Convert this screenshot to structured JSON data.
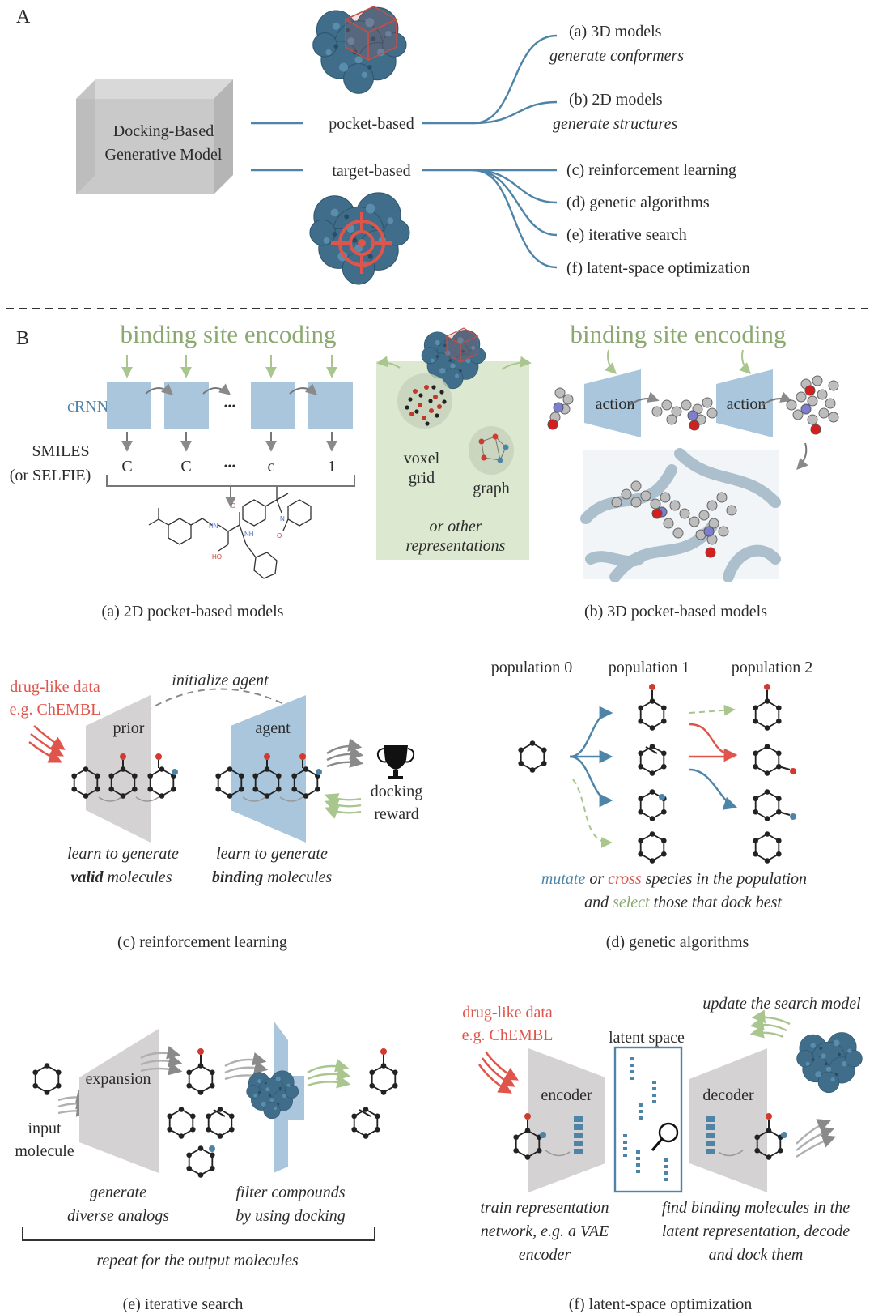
{
  "panel_a": {
    "letter": "A",
    "box_line1": "Docking-Based",
    "box_line2": "Generative Model",
    "pocket_based": "pocket-based",
    "target_based": "target-based",
    "a_title": "(a) 3D models",
    "a_sub": "generate conformers",
    "b_title": "(b) 2D models",
    "b_sub": "generate structures",
    "c": "(c) reinforcement learning",
    "d": "(d) genetic algorithms",
    "e": "(e) iterative search",
    "f": "(f) latent-space optimization"
  },
  "panel_b": {
    "letter": "B",
    "bse_left": "binding site encoding",
    "bse_right": "binding site encoding",
    "crnn": "cRNN",
    "dots": "•••",
    "smiles_line1": "SMILES",
    "smiles_line2": "(or SELFIE)",
    "tokens": [
      "C",
      "C",
      "•••",
      "c",
      "1"
    ],
    "voxel_line1": "voxel",
    "voxel_line2": "grid",
    "graph": "graph",
    "other_line1": "or other",
    "other_line2": "representations",
    "action1": "action",
    "action2": "action",
    "caption_2d": "(a) 2D pocket-based models",
    "caption_3d": "(b) 3D pocket-based models"
  },
  "rl": {
    "druglike_line1": "drug-like data",
    "druglike_line2": "e.g. ChEMBL",
    "initialize": "initialize agent",
    "prior": "prior",
    "agent": "agent",
    "docking_line1": "docking",
    "docking_line2": "reward",
    "learn1": "learn to generate",
    "valid_bold": "valid",
    "valid_rest": " molecules",
    "learn2": "learn to generate",
    "binding_bold": "binding",
    "binding_rest": " molecules",
    "caption": "(c) reinforcement learning"
  },
  "ga": {
    "pop0": "population 0",
    "pop1": "population 1",
    "pop2": "population 2",
    "mutate": "mutate",
    "or": " or ",
    "cross": "cross",
    "species": " species in the population",
    "and": "and ",
    "select": "select",
    "those": " those that dock best",
    "caption": "(d) genetic algorithms"
  },
  "iter": {
    "expansion": "expansion",
    "input_line1": "input",
    "input_line2": "molecule",
    "gen_line1": "generate",
    "gen_line2": "diverse analogs",
    "filter_line1": "filter compounds",
    "filter_line2": "by using docking",
    "repeat": "repeat for the output molecules",
    "caption": "(e) iterative search"
  },
  "latent": {
    "druglike_line1": "drug-like data",
    "druglike_line2": "e.g. ChEMBL",
    "latent_space": "latent space",
    "update": "update the search model",
    "encoder": "encoder",
    "decoder": "decoder",
    "train_line1": "train representation",
    "train_line2": "network, e.g. a VAE",
    "train_line3": "encoder",
    "find_line1": "find binding molecules in the",
    "find_line2": "latent representation, decode",
    "find_line3": "and dock them",
    "caption": "(f) latent-space optimization"
  },
  "colors": {
    "protein": "#3f6d8a",
    "line_blue": "#4d84a7",
    "box_blue": "#a9c6dc",
    "green_text": "#8aa870",
    "green_panel": "#dce8cf",
    "red": "#e0554b",
    "gray_trap": "#d4d2d2"
  },
  "icons": [
    "protein-surface-icon",
    "target-crosshair-icon",
    "trophy-icon",
    "magnifier-icon",
    "molecule-hexagon-icon"
  ]
}
